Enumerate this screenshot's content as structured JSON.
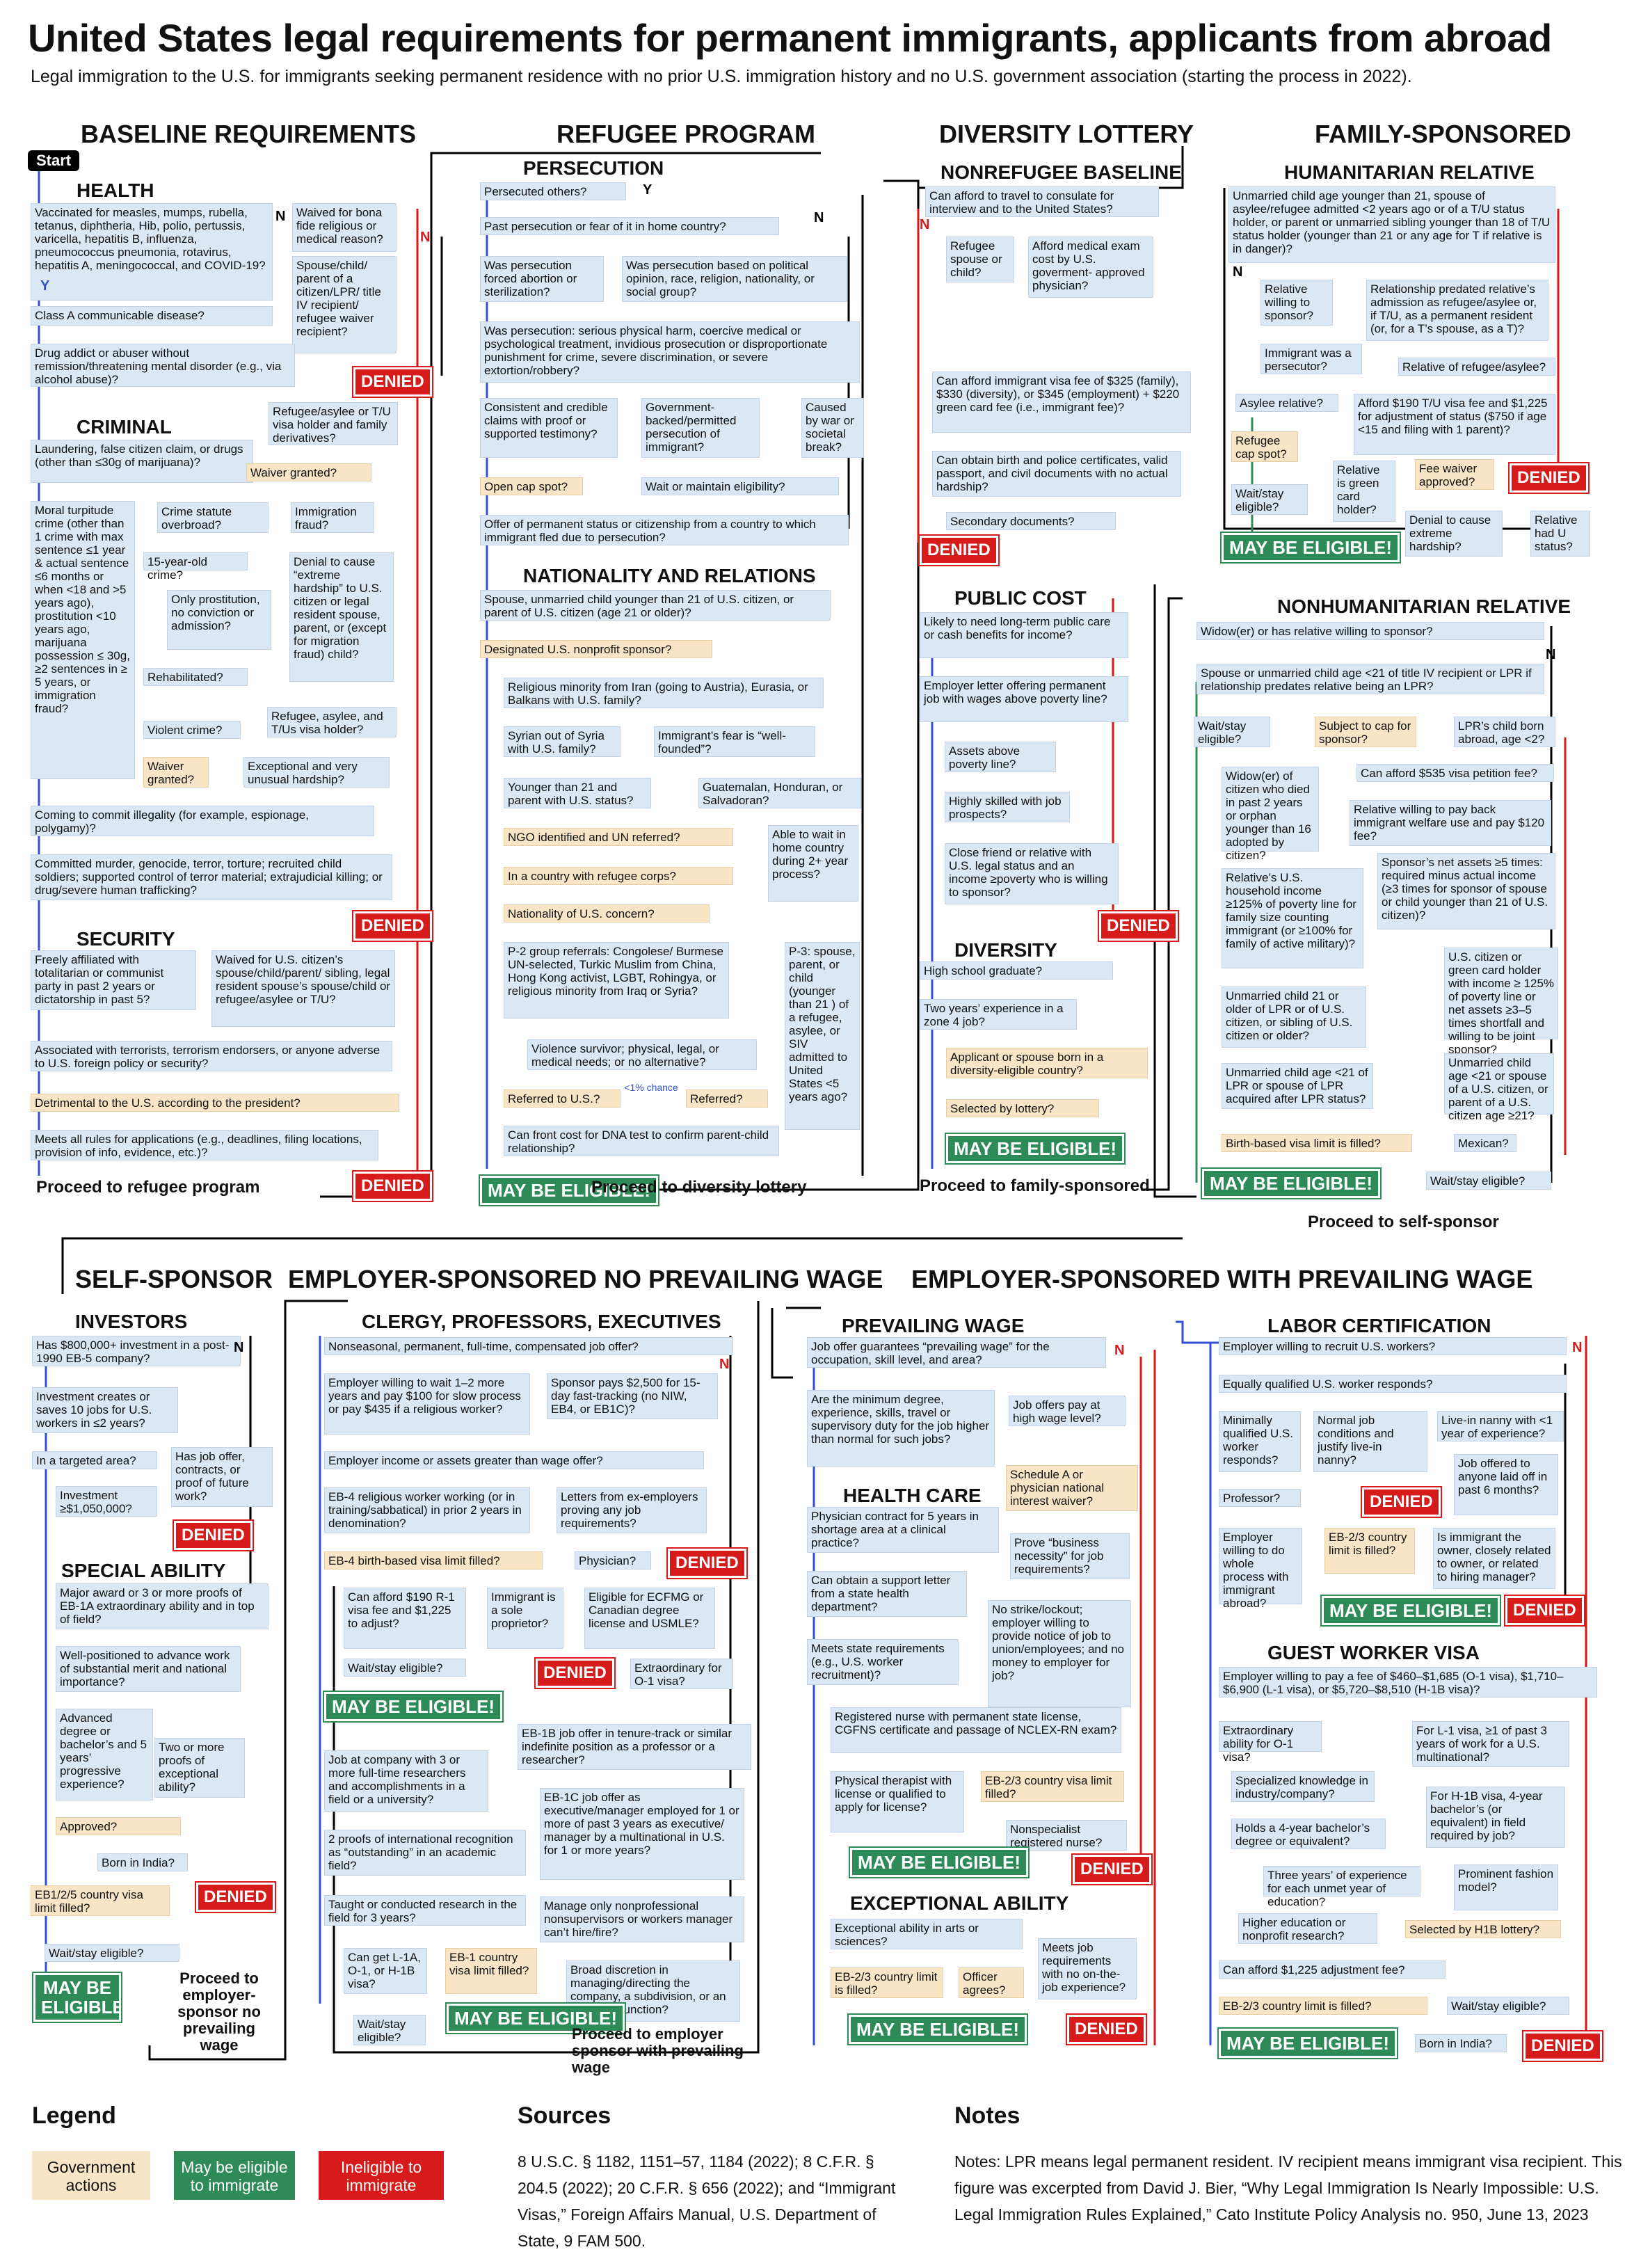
{
  "title": "United States legal requirements for permanent immigrants, applicants from abroad",
  "subtitle": "Legal immigration to the U.S. for immigrants seeking permanent residence with no prior U.S. immigration history and no U.S. government association (starting the process in 2022).",
  "start": "Start",
  "columns": {
    "baseline": "BASELINE REQUIREMENTS",
    "refugee": "REFUGEE PROGRAM",
    "diversity": "DIVERSITY LOTTERY",
    "family": "FAMILY-SPONSORED",
    "self": "SELF-SPONSOR",
    "emp_no": "EMPLOYER-SPONSORED NO PREVAILING WAGE",
    "emp_with": "EMPLOYER-SPONSORED WITH PREVAILING WAGE"
  },
  "sections": {
    "health": "HEALTH",
    "criminal": "CRIMINAL",
    "security": "SECURITY",
    "persecution": "PERSECUTION",
    "nationality": "NATIONALITY AND RELATIONS",
    "nonrefugee": "NONREFUGEE BASELINE",
    "public_cost": "PUBLIC COST",
    "diversity": "DIVERSITY",
    "humanitarian": "HUMANITARIAN RELATIVE",
    "nonhumanitarian": "NONHUMANITARIAN RELATIVE",
    "investors": "INVESTORS",
    "special": "SPECIAL ABILITY",
    "clergy": "CLERGY, PROFESSORS, EXECUTIVES",
    "prevailing": "PREVAILING WAGE",
    "health_care": "HEALTH CARE",
    "exceptional": "EXCEPTIONAL ABILITY",
    "labor": "LABOR CERTIFICATION",
    "guest": "GUEST WORKER VISA"
  },
  "labels": {
    "denied": "DENIED",
    "eligible": "MAY BE ELIGIBLE!",
    "yes": "Y",
    "no": "N"
  },
  "boxes": {
    "h1": "Vaccinated for measles, mumps, rubella, tetanus, diphtheria, Hib, polio, pertussis, varicella, hepatitis B, influenza, pneumococcus pneumonia, rotavirus, hepatitis A, meningococcal, and COVID-19?",
    "h2": "Waived for bona fide religious or medical reason?",
    "h3": "Spouse/child/ parent of a citizen/LPR/ title IV recipient/ refugee waiver recipient?",
    "h4": "Class A communicable disease?",
    "h5": "Drug addict or abuser without remission/threatening mental disorder (e.g., via alcohol abuse)?",
    "c1": "Laundering, false citizen claim, or drugs (other than ≤30g of marijuana)?",
    "c2": "Refugee/asylee or T/U visa holder and family derivatives?",
    "c3": "Waiver granted?",
    "c4": "Moral turpitude crime (other than 1 crime with max sentence ≤1 year & actual sentence ≤6 months or when <18 and >5 years ago), prostitution <10 years ago, marijuana possession ≤ 30g, ≥2 sentences in ≥ 5 years, or immigration fraud?",
    "c5": "Crime statute overbroad?",
    "c6": "Immigration fraud?",
    "c7": "15-year-old crime?",
    "c8": "Only prostitution, no conviction or admission?",
    "c9": "Denial to cause “extreme hardship” to U.S. citizen or legal resident spouse, parent, or (except for migration fraud) child?",
    "c10": "Rehabilitated?",
    "c11": "Violent crime?",
    "c12": "Refugee, asylee, and T/Us visa holder?",
    "c13": "Waiver granted?",
    "c14": "Exceptional and very unusual hardship?",
    "c15": "Coming to commit illegality (for example, espionage, polygamy)?",
    "c16": "Committed murder, genocide, terror, torture; recruited child soldiers; supported control of terror material; extrajudicial killing; or drug/severe human trafficking?",
    "s1": "Freely affiliated with totalitarian or communist party in past 2 years or dictatorship in past 5?",
    "s2": "Waived for U.S. citizen’s spouse/child/parent/ sibling, legal resident spouse’s spouse/child or refugee/asylee or T/U?",
    "s3": "Associated with terrorists, terrorism endorsers, or anyone adverse to U.S. foreign policy or security?",
    "s4": "Detrimental to the U.S. according to the president?",
    "s5": "Meets all rules for applications (e.g., deadlines, filing locations, provision of info, evidence, etc.)?",
    "p1": "Persecuted others?",
    "p2": "Past persecution or fear of it in home country?",
    "p3": "Was persecution forced abortion or sterilization?",
    "p4": "Was persecution based on political opinion, race, religion, nationality, or social group?",
    "p5": "Was persecution: serious physical harm, coercive medical or psychological treatment, invidious prosecution or disproportionate punishment for crime, severe discrimination, or severe extortion/robbery?",
    "p6": "Consistent and credible claims with proof or supported testimony?",
    "p7": "Government-backed/permitted persecution of immigrant?",
    "p8": "Caused by war or societal break?",
    "p9": "Open cap spot?",
    "p10": "Wait or maintain eligibility?",
    "p11": "Offer of permanent status or citizenship from a country to which immigrant fled due to persecution?",
    "n1": "Spouse, unmarried child younger than 21 of U.S. citizen, or parent of U.S. citizen (age 21 or older)?",
    "n2": "Designated U.S. nonprofit sponsor?",
    "n3": "Religious minority from Iran (going to Austria), Eurasia, or Balkans with U.S. family?",
    "n4": "Syrian out of Syria with U.S. family?",
    "n5": "Immigrant’s fear is “well-founded”?",
    "n6": "Younger than 21 and parent with U.S. status?",
    "n7": "Guatemalan, Honduran, or Salvadoran?",
    "n8": "NGO identified and UN referred?",
    "n9": "Able to wait in home country during 2+ year process?",
    "n10": "In a country with refugee corps?",
    "n11": "Nationality of U.S. concern?",
    "n12": "P-2 group referrals: Congolese/ Burmese UN-selected, Turkic Muslim from China, Hong Kong activist, LGBT, Rohingya, or religious minority from Iraq or Syria?",
    "n13": "P-3: spouse, parent, or child (younger than 21 ) of a refugee, asylee, or SIV admitted to United States <5 years ago?",
    "n14": "Violence survivor; physical, legal, or medical needs; or no alternative?",
    "n15": "Referred to U.S.?",
    "n16": "Referred?",
    "n17": "<1% chance",
    "n18": "Can front cost for DNA test to confirm parent-child relationship?",
    "d1": "Can afford to travel to consulate for interview and to the United States?",
    "d2": "Refugee spouse or child?",
    "d3": "Afford medical exam cost by U.S. goverment- approved physician?",
    "d4": "Can afford immigrant visa fee of $325 (family), $330 (diversity), or $345 (employment) + $220 green card fee (i.e., immigrant fee)?",
    "d5": "Can obtain birth and police certificates, valid passport, and civil documents with no actual hardship?",
    "d6": "Secondary documents?",
    "d7": "Likely to need long-term public care or cash benefits for income?",
    "d8": "Employer letter offering permanent job with wages above poverty line?",
    "d9": "Assets above poverty line?",
    "d10": "Highly skilled with job prospects?",
    "d11": "Close friend or relative with U.S. legal status and an income ≥poverty who is willing to sponsor?",
    "d12": "High school graduate?",
    "d13": "Two years’ experience in a zone 4 job?",
    "d14": "Applicant or spouse born in a diversity-eligible country?",
    "d15": "Selected by lottery?",
    "f1": "Unmarried child age younger than 21, spouse of asylee/refugee admitted <2 years ago or of a T/U status holder, or parent or unmarried sibling younger than 18 of T/U status holder (younger than 21 or any age for T if relative is in danger)?",
    "f2": "Relative willing to sponsor?",
    "f3": "Relationship predated relative’s admission as refugee/asylee or, if T/U, as a permanent resident (or, for a T’s spouse, as a T)?",
    "f4": "Immigrant was a persecutor?",
    "f5": "Relative of refugee/asylee?",
    "f6": "Asylee relative?",
    "f7": "Afford $190 T/U visa fee and $1,225 for adjustment of status ($750 if age <15 and filing with 1 parent)?",
    "f8": "Refugee cap spot?",
    "f9": "Relative is green card holder?",
    "f10": "Fee waiver approved?",
    "f11": "Wait/stay eligible?",
    "f12": "Denial to cause extreme hardship?",
    "f13": "Relative had U status?",
    "g1": "Widow(er) or has relative willing to sponsor?",
    "g2": "Spouse or unmarried child age <21 of title IV recipient or LPR if relationship predates relative being an LPR?",
    "g3": "Wait/stay eligible?",
    "g4": "Subject to cap for sponsor?",
    "g5": "LPR’s child born abroad, age <2?",
    "g6": "Can afford $535 visa petition fee?",
    "g7": "Widow(er) of citizen who died in past 2 years or orphan younger than 16 adopted by citizen?",
    "g8": "Relative willing to pay back immigrant welfare use and pay $120 fee?",
    "g9": "Relative’s U.S. household income ≥125% of poverty line for family size counting immigrant (or ≥100% for family of active military)?",
    "g10": "Sponsor’s net assets ≥5 times: required minus actual income (≥3 times for sponsor of spouse or child younger than 21 of U.S. citizen)?",
    "g11": "U.S. citizen or green card holder with income ≥ 125% of poverty line or net assets ≥3–5 times shortfall and willing to be joint sponsor?",
    "g12": "Unmarried child 21 or older of LPR or of U.S. citizen, or sibling of U.S. citizen or older?",
    "g13": "Unmarried child age <21 or spouse of a U.S. citizen, or parent of a U.S. citizen age ≥21?",
    "g14": "Unmarried child age <21 of LPR or spouse of LPR acquired after LPR status?",
    "g15": "Birth-based visa limit is filled?",
    "g16": "Mexican?",
    "g17": "Wait/stay eligible?",
    "i1": "Has $800,000+ investment in a post-1990 EB-5 company?",
    "i2": "Investment creates or saves 10 jobs for U.S. workers in ≤2 years?",
    "i3": "In a targeted area?",
    "i4": "Has job offer, contracts, or proof of future work?",
    "i5": "Investment ≥$1,050,000?",
    "sa1": "Major award or 3 or more proofs of EB-1A extraordinary ability and in top of field?",
    "sa2": "Well-positioned to advance work of substantial merit and national importance?",
    "sa3": "Advanced degree or bachelor’s and 5 years’ progressive experience?",
    "sa4": "Two or more proofs of exceptional ability?",
    "sa5": "Approved?",
    "sa6": "Born in India?",
    "sa7": "EB1/2/5 country visa limit filled?",
    "sa8": "Wait/stay eligible?",
    "cp1": "Nonseasonal, permanent, full-time, compensated job offer?",
    "cp2": "Employer willing to wait 1–2 more years and pay $100 for slow process or pay $435 if a religious worker?",
    "cp3": "Sponsor pays $2,500 for 15-day fast-tracking (no NIW, EB4, or EB1C)?",
    "cp4": "Employer income or assets greater than wage offer?",
    "cp5": "EB-4 religious worker working (or in training/sabbatical) in prior 2 years in denomination?",
    "cp6": "Letters from ex-employers proving any job requirements?",
    "cp7": "EB-4 birth-based visa limit filled?",
    "cp8": "Physician?",
    "cp9": "Can afford $190 R-1 visa fee and $1,225 to adjust?",
    "cp10": "Immigrant is a sole proprietor?",
    "cp11": "Eligible for ECFMG or Canadian degree license and USMLE?",
    "cp12": "Wait/stay eligible?",
    "cp13": "Extraordinary for O-1 visa?",
    "cp14": "EB-1B job offer in tenure-track or similar indefinite position as a professor or a researcher?",
    "cp15": "Job at company with 3 or more full-time researchers and accomplishments in a field or a university?",
    "cp16": "EB-1C job offer as executive/manager employed for 1 or more of past 3 years as executive/ manager by a multinational in U.S. for 1 or more years?",
    "cp17": "2 proofs of international recognition as “outstanding” in an academic field?",
    "cp18": "Taught or conducted research in the field for 3 years?",
    "cp19": "Manage only nonprofessional nonsupervisors or workers manager can’t hire/fire?",
    "cp20": "Can get L-1A, O-1, or H-1B visa?",
    "cp21": "EB-1 country visa limit filled?",
    "cp22": "Broad discretion in managing/directing the company, a subdivision, or an essential function?",
    "cp23": "Wait/stay eligible?",
    "pw1": "Job offer guarantees “prevailing wage” for the occupation, skill level, and area?",
    "pw2": "Are the minimum degree, experience, skills, travel or supervisory duty for the job higher than normal for such jobs?",
    "pw3": "Job offers pay at high wage level?",
    "pw4": "Schedule A or physician national interest waiver?",
    "hc1": "Physician contract for 5 years in shortage area at a clinical practice?",
    "hc2": "Prove “business necessity” for job requirements?",
    "hc3": "Can obtain a support letter from a state health department?",
    "hc4": "No strike/lockout; employer willing to provide notice of job to union/employees; and no money to employer for job?",
    "hc5": "Meets state requirements (e.g., U.S. worker recruitment)?",
    "hc6": "Registered nurse with permanent state license, CGFNS certificate and passage of NCLEX-RN exam?",
    "hc7": "Physical therapist with license or qualified to apply for license?",
    "hc8": "EB-2/3 country visa limit filled?",
    "hc9": "Nonspecialist registered nurse?",
    "ea1": "Exceptional ability in arts or sciences?",
    "ea2": "Meets job requirements with no on-the-job experience?",
    "ea3": "EB-2/3 country limit is filled?",
    "ea4": "Officer agrees?",
    "lc1": "Employer willing to recruit U.S. workers?",
    "lc2": "Equally qualified U.S. worker responds?",
    "lc3": "Minimally qualified U.S. worker responds?",
    "lc4": "Normal job conditions and justify live-in nanny?",
    "lc5": "Live-in nanny with <1 year of experience?",
    "lc6": "Job offered to anyone laid off in past 6 months?",
    "lc7": "Professor?",
    "lc8": "Employer willing to do whole process with immigrant abroad?",
    "lc9": "EB-2/3 country limit is filled?",
    "lc10": "Is immigrant the owner, closely related to owner, or related to hiring manager?",
    "gw1": "Employer willing to pay a fee of $460–$1,685 (O-1 visa), $1,710–$6,900 (L-1 visa), or $5,720–$8,510 (H-1B visa)?",
    "gw2": "Extraordinary ability for O-1 visa?",
    "gw3": "For L-1 visa, ≥1 of past 3 years of work for a U.S. multinational?",
    "gw4": "Specialized knowledge in industry/company?",
    "gw5": "For H-1B visa, 4-year bachelor’s (or equivalent) in field required by job?",
    "gw6": "Holds a 4-year bachelor’s degree or equivalent?",
    "gw7": "Three years’ of experience for each unmet year of education?",
    "gw8": "Prominent fashion model?",
    "gw9": "Higher education or nonprofit research?",
    "gw10": "Selected by H1B lottery?",
    "gw11": "Can afford $1,225 adjustment fee?",
    "gw12": "EB-2/3 country limit is filled?",
    "gw13": "Wait/stay eligible?",
    "gw14": "Born in India?"
  },
  "proceed": {
    "to_refugee": "Proceed to refugee program",
    "to_diversity": "Proceed to diversity lottery",
    "to_family": "Proceed to family-sponsored",
    "to_self": "Proceed to self-sponsor",
    "to_emp_no": "Proceed to employer-sponsor no prevailing wage",
    "to_emp_with": "Proceed to employer sponsor with prevailing wage"
  },
  "legend": {
    "title": "Legend",
    "gov": "Government actions",
    "eligible": "May be eligible to immigrate",
    "ineligible": "Ineligible to immigrate"
  },
  "sources": {
    "title": "Sources",
    "text": "8 U.S.C. § 1182, 1151–57, 1184 (2022); 8 C.F.R. § 204.5 (2022); 20 C.F.R. § 656 (2022); and “Immigrant Visas,” Foreign Affairs Manual, U.S. Department of State, 9 FAM 500."
  },
  "notes": {
    "title": "Notes",
    "text": "Notes: LPR means legal permanent resident. IV recipient means immigrant visa recipient. This figure was excerpted from David J. Bier, “Why Legal Immigration Is Nearly Impossible: U.S. Legal Immigration Rules Explained,” Cato Institute Policy Analysis no. 950, June 13, 2023"
  },
  "colors": {
    "box": "#dae7f4",
    "gov": "#f7e5c6",
    "eligible": "#2e8b57",
    "denied": "#d71a1a",
    "yes": "#3050d0",
    "no": "#000000"
  }
}
